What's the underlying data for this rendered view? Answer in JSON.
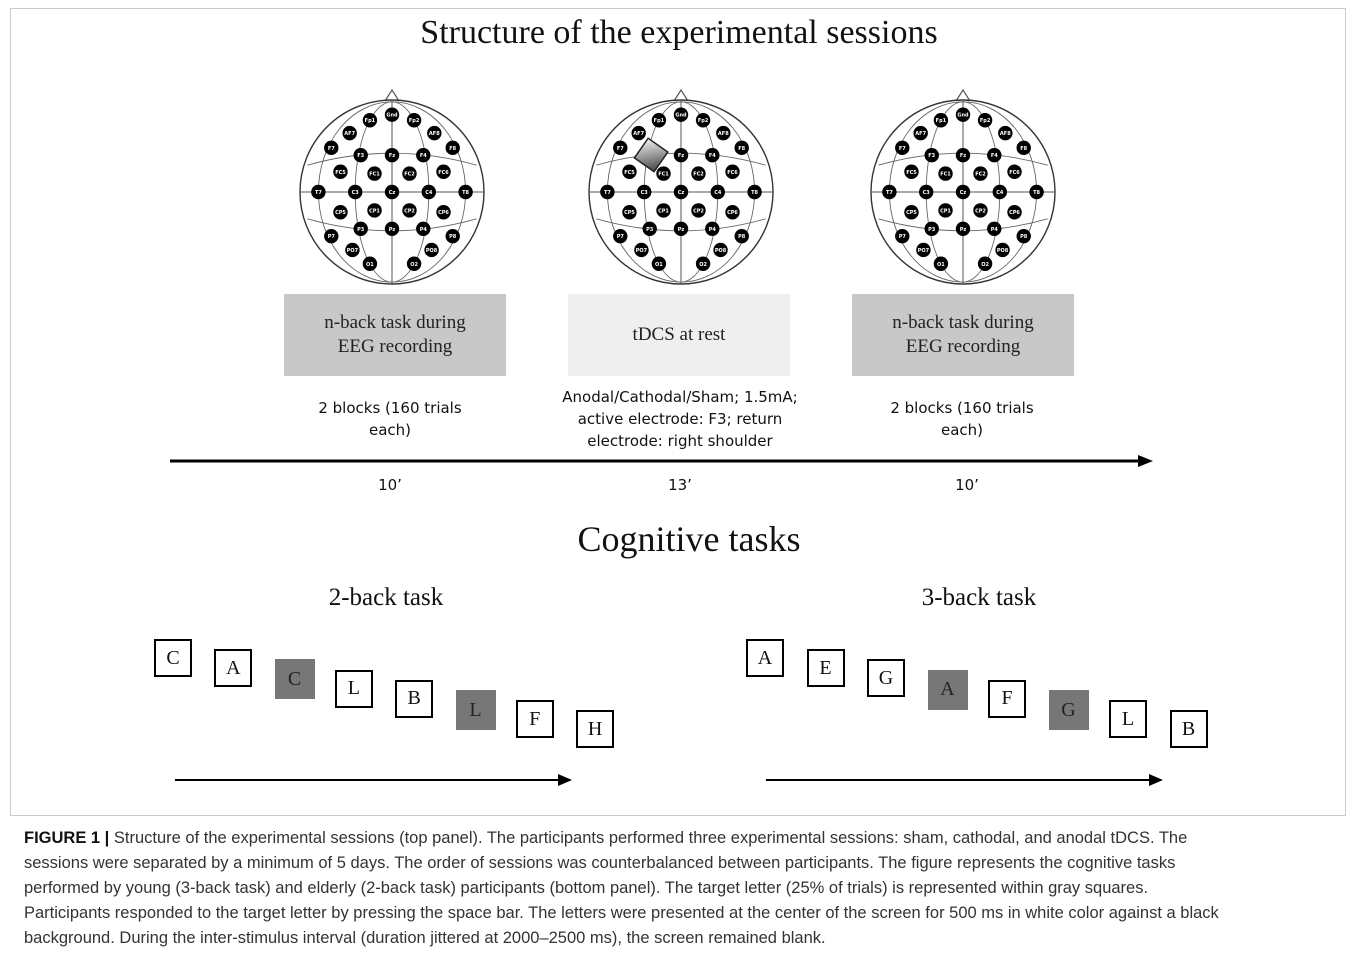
{
  "top_title": "Structure of the experimental sessions",
  "electrode_labels": [
    "Gnd",
    "Fp1",
    "Fp2",
    "AF7",
    "AF8",
    "F7",
    "F3",
    "Fz",
    "F4",
    "F8",
    "FC5",
    "FC1",
    "FC2",
    "FC6",
    "T7",
    "C3",
    "Cz",
    "C4",
    "T8",
    "CP5",
    "CP1",
    "CP2",
    "CP6",
    "P7",
    "P3",
    "Pz",
    "P4",
    "P8",
    "PO7",
    "PO8",
    "O1",
    "O2"
  ],
  "sessions": [
    {
      "box": "n-back task during\nEEG recording",
      "note": "2 blocks (160 trials\neach)",
      "duration": "10’"
    },
    {
      "box": "tDCS at rest",
      "note": "Anodal/Cathodal/Sham; 1.5mA;\nactive electrode: F3; return\nelectrode: right shoulder",
      "duration": "13’"
    },
    {
      "box": "n-back task during\nEEG recording",
      "note": "2 blocks (160 trials\neach)",
      "duration": "10’"
    }
  ],
  "cognitive_title": "Cognitive tasks",
  "tasks": [
    {
      "title": "2-back task",
      "letters": [
        "C",
        "A",
        "C",
        "L",
        "B",
        "L",
        "F",
        "H"
      ],
      "targets": [
        2,
        5
      ]
    },
    {
      "title": "3-back task",
      "letters": [
        "A",
        "E",
        "G",
        "A",
        "F",
        "G",
        "L",
        "B"
      ],
      "targets": [
        3,
        5
      ]
    }
  ],
  "caption": {
    "label": "FIGURE 1 |",
    "lines": [
      " Structure of the experimental sessions (top panel). The participants performed three experimental sessions: sham, cathodal, and anodal tDCS. The",
      "sessions were separated by a minimum of 5 days. The order of sessions was counterbalanced between participants. The figure represents the cognitive tasks",
      "performed by young (3-back task) and elderly (2-back task) participants (bottom panel). The target letter (25% of trials) is represented within gray squares.",
      "Participants responded to the target letter by pressing the space bar. The letters were presented at the center of the screen for 500 ms in white color against a black",
      "background. During the inter-stimulus interval (duration jittered at 2000–2500 ms), the screen remained blank."
    ]
  },
  "colors": {
    "target": "#777777",
    "box_dark": "#c8c8c8",
    "box_light": "#efefef",
    "electrode": "#000000"
  }
}
